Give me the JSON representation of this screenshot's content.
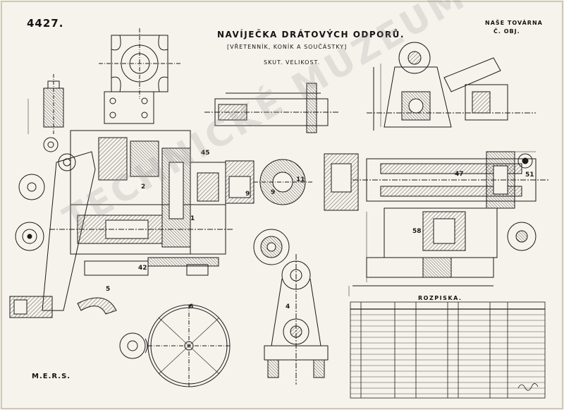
{
  "drawing_number": "4427.",
  "title": "NAVÍJEČKA DRÁTOVÝCH ODPORŮ.",
  "subtitle": "[VŘETENNÍK, KONÍK A SOUČÁSTKY]",
  "size_note": "SKUT. VELIKOST.",
  "factory": "NAŠE TOVÁRNA",
  "factory_no": "Č. OBJ.",
  "maker": "M.E.R.S.",
  "parts_list_title": "ROZPISKA.",
  "watermark": "TECHNICKÉ MUZEUM V BRNĚ",
  "part_labels": [
    "1",
    "2",
    "5",
    "6",
    "9",
    "9",
    "11",
    "42",
    "45",
    "47",
    "51",
    "58",
    "4"
  ],
  "colors": {
    "paper": "#f6f3ec",
    "ink": "#1a1a1a",
    "watermark": "#969696"
  }
}
